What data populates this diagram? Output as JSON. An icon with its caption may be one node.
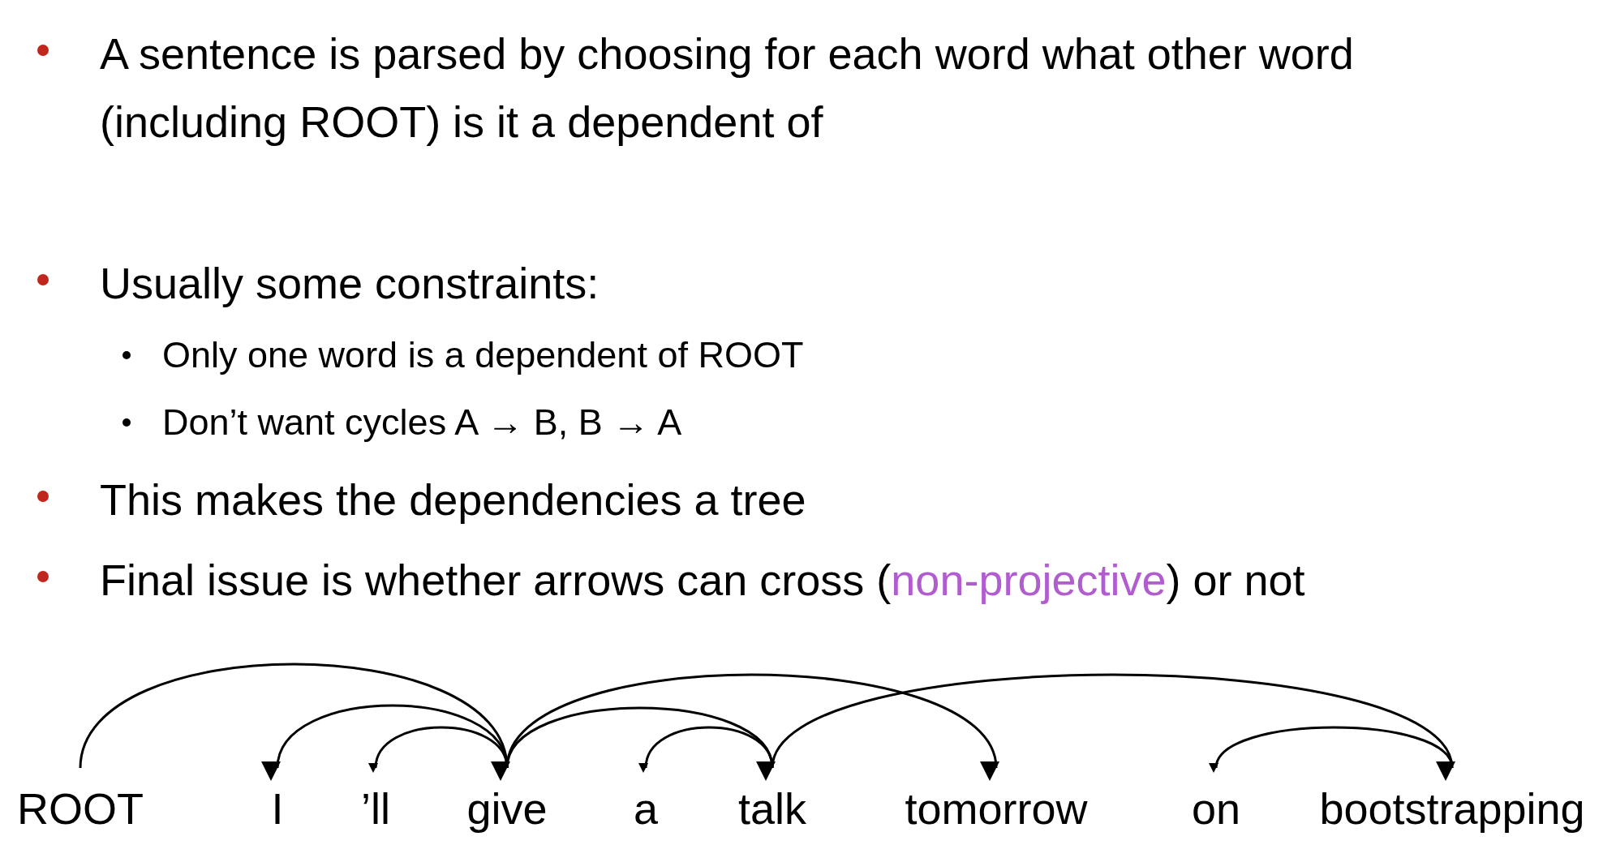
{
  "diagram": {
    "nodes": [
      {
        "text": [
          "ROOT"
        ]
      },
      {
        "text": [
          "I"
        ]
      },
      {
        "text": [
          "’ll"
        ]
      },
      {
        "text": [
          "give"
        ]
      },
      {
        "text": [
          "a"
        ]
      },
      {
        "text": [
          "talk"
        ]
      },
      {
        "text": [
          "tomorrow"
        ]
      },
      {
        "text": [
          "on"
        ]
      },
      {
        "text": [
          "bootstrapping"
        ]
      }
    ],
    "edges": [
      {
        "from": 0,
        "to": 3,
        "arrow": "to"
      },
      {
        "from": 3,
        "to": 1,
        "arrow": "to"
      },
      {
        "from": 3,
        "to": 2,
        "arrow": "to"
      },
      {
        "from": 3,
        "to": 5,
        "arrow": "to"
      },
      {
        "from": 3,
        "to": 6,
        "arrow": "to"
      },
      {
        "from": 5,
        "to": 4,
        "arrow": "to"
      },
      {
        "from": 5,
        "to": 8,
        "arrow": "to"
      },
      {
        "from": 8,
        "to": 7,
        "arrow": "to"
      }
    ],
    "labels": [
      "A sentence is parsed by choosing for each word what other word (including ROOT) is it a dependent of",
      "Usually some constraints:",
      "Only one word is a dependent of ROOT",
      "Don’t want cycles A → B, B → A",
      "This makes the dependencies a tree",
      "Final issue is whether arrows can cross (",
      "non-projective",
      ") or not"
    ]
  }
}
